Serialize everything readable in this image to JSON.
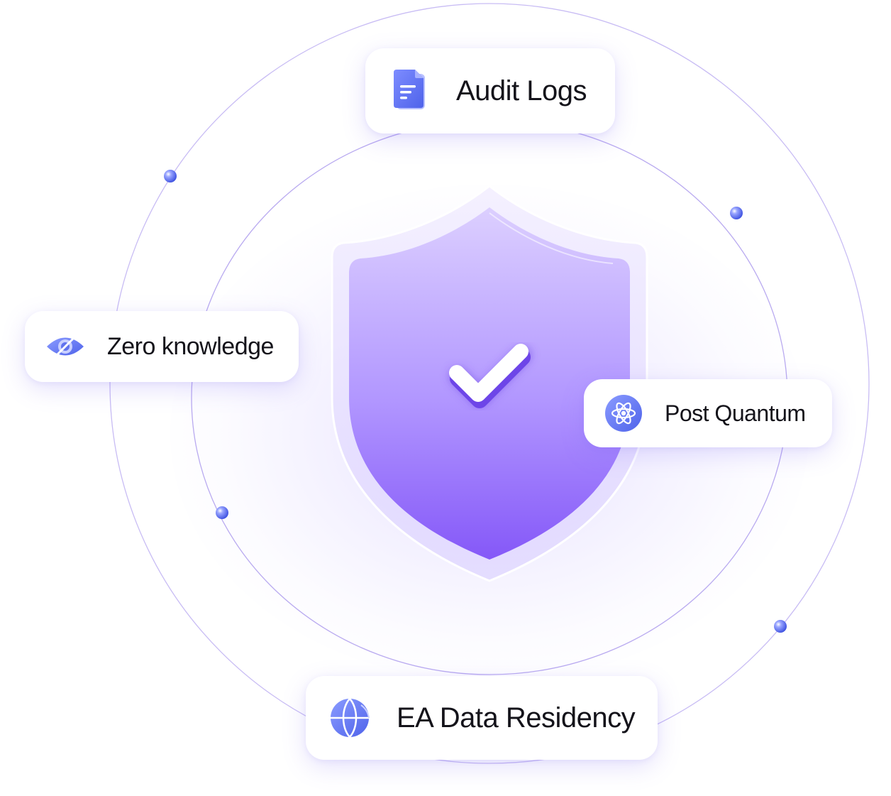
{
  "features": {
    "audit_logs": {
      "label": "Audit Logs",
      "icon": "document-icon"
    },
    "zero_knowledge": {
      "label": "Zero knowledge",
      "icon": "eye-icon"
    },
    "post_quantum": {
      "label": "Post Quantum",
      "icon": "atom-icon"
    },
    "ea_data_residency": {
      "label": "EA Data Residency",
      "icon": "globe-icon"
    }
  },
  "center": {
    "icon": "shield-check-icon"
  },
  "colors": {
    "accent": "#8a63f7",
    "accent_light": "#c9b8ff",
    "orbit": "#b7a8f2",
    "icon_blue": "#6d7bf0",
    "text": "#14131a"
  }
}
